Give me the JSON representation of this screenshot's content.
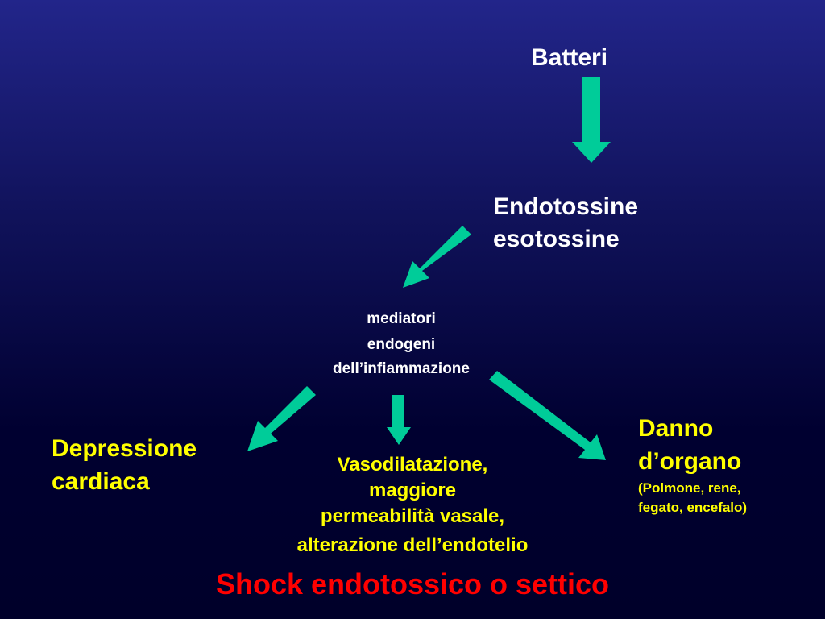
{
  "colors": {
    "arrow": "#00cc99",
    "title": "#ff0000",
    "node_white": "#ffffff",
    "node_yellow": "#ffff00"
  },
  "nodes": {
    "batteri": "Batteri",
    "endotossine_line1": "Endotossine",
    "endotossine_line2": "esotossine",
    "mediatori_line1": "mediatori",
    "mediatori_line2": "endogeni",
    "mediatori_line3": "dell’infiammazione",
    "depressione_line1": "Depressione",
    "depressione_line2": "cardiaca",
    "vaso_line1": "Vasodilatazione,",
    "vaso_line2": "maggiore",
    "vaso_line3": "permeabilità vasale,",
    "vaso_line4": "alterazione dell’endotelio",
    "danno_line1": "Danno",
    "danno_line2": "d’organo",
    "danno_detail_line1": "(Polmone, rene,",
    "danno_detail_line2": "fegato, encefalo)"
  },
  "title": "Shock endotossico o settico"
}
